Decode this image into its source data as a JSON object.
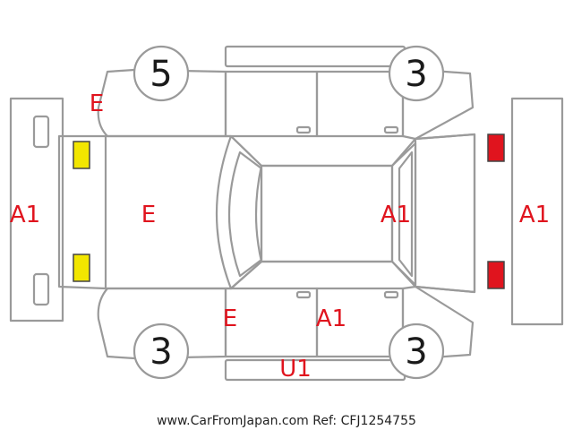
{
  "tire_ratings": {
    "front_left": "5",
    "front_right": "3",
    "rear_left": "3",
    "rear_right": "3"
  },
  "damage_marks": {
    "front_bumper": "A1",
    "hood": "E",
    "front_left_fender": "E",
    "roof_right_side": "A1",
    "rear_bumper": "A1",
    "left_rear_door": "E",
    "left_front_door": "A1",
    "left_rocker": "U1"
  },
  "light_colors": {
    "front_lamps": "#f2e600",
    "rear_lamps": "#e0141e"
  },
  "footer_text": "www.CarFromJapan.com Ref: CFJ1254755"
}
